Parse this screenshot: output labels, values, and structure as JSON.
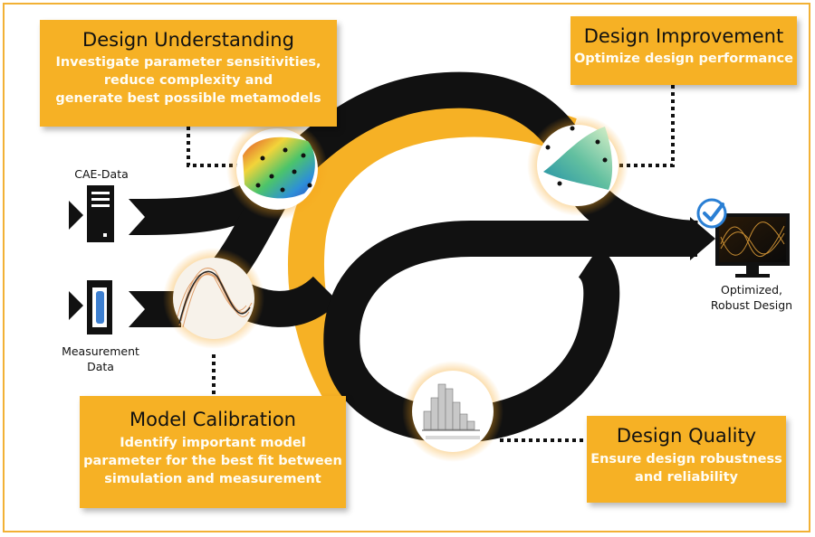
{
  "boxes": {
    "understanding": {
      "title": "Design Understanding",
      "lines": [
        "Investigate parameter sensitivities,",
        "reduce complexity and",
        "generate best possible metamodels"
      ]
    },
    "improvement": {
      "title": "Design Improvement",
      "lines": [
        "Optimize design performance"
      ]
    },
    "calibration": {
      "title": "Model Calibration",
      "lines": [
        "Identify important model",
        "parameter for the best fit between",
        "simulation and measurement"
      ]
    },
    "quality": {
      "title": "Design Quality",
      "lines": [
        "Ensure design robustness",
        "and reliability"
      ]
    }
  },
  "labels": {
    "cae": "CAE-Data",
    "measurement": [
      "Measurement",
      "Data"
    ],
    "output": [
      "Optimized,",
      "Robust Design"
    ]
  },
  "colors": {
    "accent": "#f6b125",
    "track": "#111111",
    "check": "#2a7fd4"
  },
  "icons": [
    "server-icon",
    "measurement-sensor-icon",
    "monitor-icon",
    "checkmark-icon"
  ]
}
